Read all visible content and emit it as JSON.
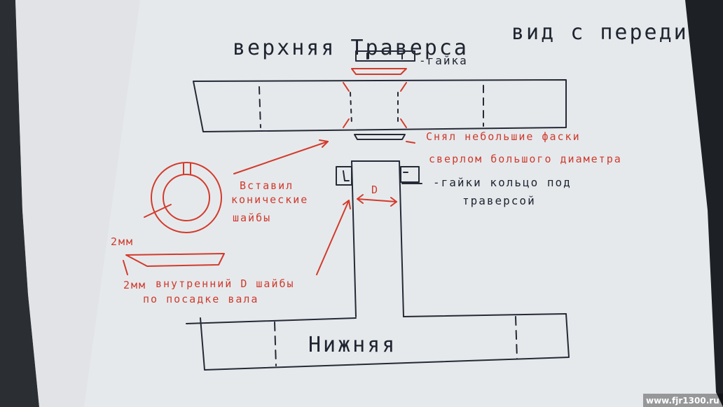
{
  "sketch": {
    "title_upper": "верхняя Траверса",
    "title_view": "вид с переди",
    "label_nut_top": "-гайка",
    "note_remove_1": "Снял небольшие фаски",
    "note_remove_2": "сверлом большого диаметра",
    "note_nuts_1": "-гайки кольцо под",
    "note_nuts_2": "траверсой",
    "note_insert_1": "Вставил",
    "note_insert_2": "конические",
    "note_insert_3": "шайбы",
    "label_d": "D",
    "dim_2mm_top": "2мм",
    "dim_2mm_left": "2мм",
    "note_inner_1": "внутренний D шайбы",
    "note_inner_2": "по посадке вала",
    "label_lower": "Нижняя"
  },
  "watermark": "www.fjr1300.ru"
}
